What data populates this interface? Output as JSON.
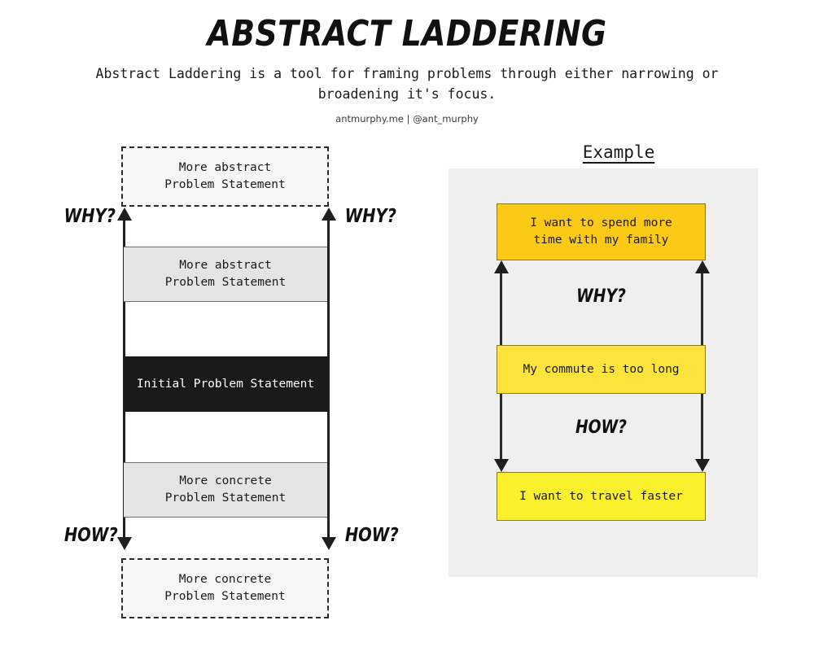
{
  "header": {
    "title": "ABSTRACT LADDERING",
    "subtitle": "Abstract Laddering is a tool for framing problems through either narrowing or broadening it's focus.",
    "credit": "antmurphy.me | @ant_murphy"
  },
  "ladder": {
    "top_dashed_box": "More abstract\nProblem Statement",
    "upper_gray_box": "More abstract\nProblem Statement",
    "initial_box": "Initial Problem Statement",
    "lower_gray_box": "More concrete\nProblem Statement",
    "bottom_dashed_box": "More concrete\nProblem Statement",
    "label_why_left": "WHY?",
    "label_why_right": "WHY?",
    "label_how_left": "HOW?",
    "label_how_right": "HOW?"
  },
  "example": {
    "heading": "Example",
    "box_top": "I want to spend more\ntime with my family",
    "label_why": "WHY?",
    "box_middle": "My commute is too long",
    "label_how": "HOW?",
    "box_bottom": "I want to travel faster"
  },
  "colors": {
    "background": "#ffffff",
    "ink": "#1a1a1a",
    "gray_rung": "#e4e4e4",
    "dashed_fill": "#f6f6f6",
    "black_rung": "#1a1a1a",
    "example_panel": "#efefef",
    "example_box_top": "#fbc916",
    "example_box_middle": "#fce43c",
    "example_box_bottom": "#faf02e",
    "example_box_border": "#8a7a18"
  }
}
